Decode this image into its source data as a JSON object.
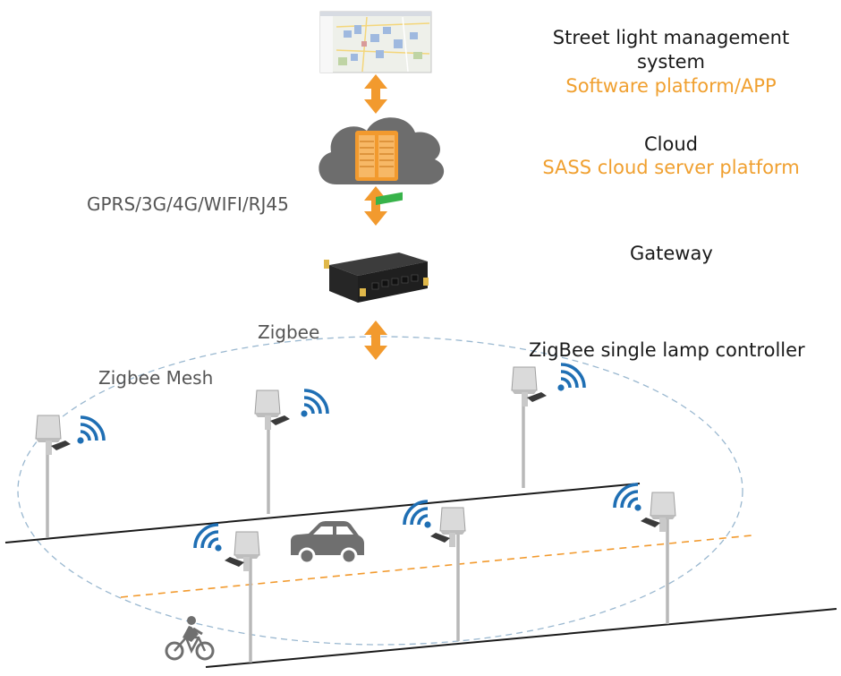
{
  "layers": {
    "management": {
      "title_line1": "Street light management",
      "title_line2": "system",
      "subtitle": "Software platform/APP"
    },
    "cloud": {
      "title": "Cloud",
      "subtitle": "SASS cloud server platform"
    },
    "gateway": {
      "title": "Gateway"
    },
    "controller": {
      "title": "ZigBee single lamp controller"
    }
  },
  "links": {
    "cloud_to_gateway": "GPRS/3G/4G/WIFI/RJ45",
    "gateway_to_mesh": "Zigbee"
  },
  "mesh": {
    "label": "Zigbee Mesh"
  },
  "colors": {
    "arrow": "#f29a2e",
    "subtitle": "#f0a030",
    "signal": "#1f6fb4",
    "mesh_line": "#9ab8d0",
    "road_line": "#1a1a1a",
    "lane_dash": "#f29a2e",
    "cloud_fill": "#6d6d6d",
    "pole": "#b8b8b8"
  },
  "icons": [
    "map-screenshot-icon",
    "cloud-server-icon",
    "gateway-device-icon",
    "street-lamp-icon",
    "wifi-signal-icon",
    "car-icon",
    "cyclist-icon"
  ]
}
